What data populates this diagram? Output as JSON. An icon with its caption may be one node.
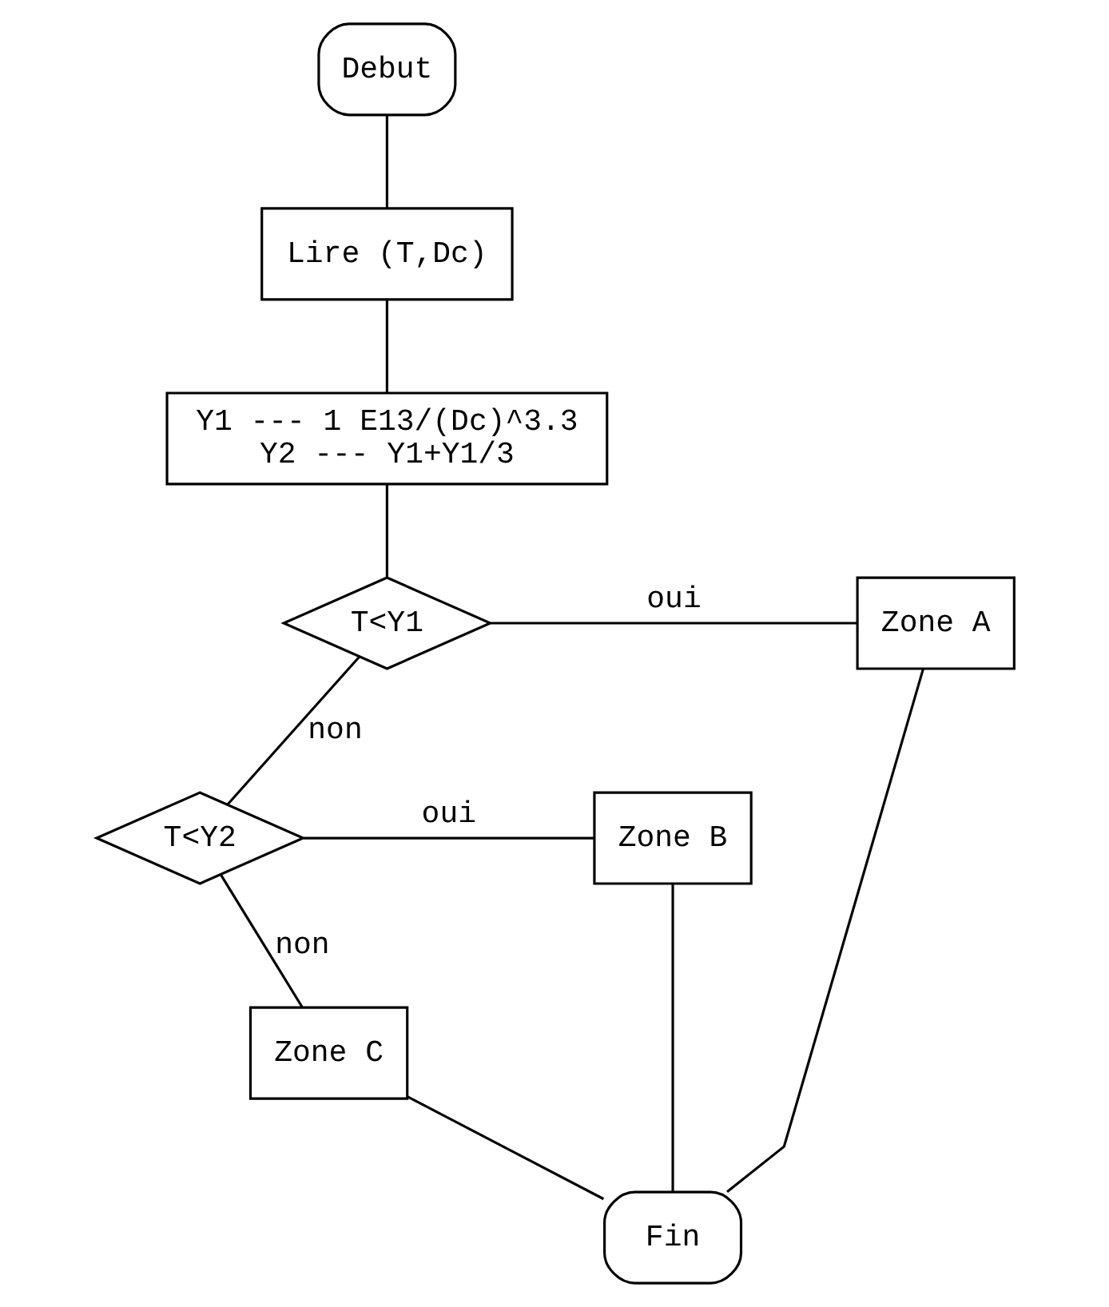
{
  "diagram": {
    "nodes": [
      {
        "text": [
          "Debut"
        ]
      },
      {
        "text": [
          "Lire (T,Dc)"
        ]
      },
      {
        "text": [
          "Y1 --- 1 E13/(Dc)^3.3",
          "Y2 --- Y1+Y1/3"
        ]
      },
      {
        "text": [
          "T<Y1"
        ]
      },
      {
        "text": [
          "Zone A"
        ]
      },
      {
        "text": [
          "T<Y2"
        ]
      },
      {
        "text": [
          "Zone B"
        ]
      },
      {
        "text": [
          "Zone C"
        ]
      },
      {
        "text": [
          "Fin"
        ]
      }
    ],
    "edges": [
      {
        "from": 0,
        "to": 1,
        "arrow": "none"
      },
      {
        "from": 1,
        "to": 2,
        "arrow": "none"
      },
      {
        "from": 2,
        "to": 3,
        "arrow": "none"
      },
      {
        "from": 3,
        "to": 4,
        "arrow": "none",
        "label": "oui"
      },
      {
        "from": 3,
        "to": 5,
        "arrow": "none",
        "label": "non"
      },
      {
        "from": 5,
        "to": 6,
        "arrow": "none",
        "label": "oui"
      },
      {
        "from": 5,
        "to": 7,
        "arrow": "none",
        "label": "non"
      },
      {
        "from": 4,
        "to": 8,
        "arrow": "none"
      },
      {
        "from": 6,
        "to": 8,
        "arrow": "none"
      },
      {
        "from": 7,
        "to": 8,
        "arrow": "none"
      }
    ]
  }
}
